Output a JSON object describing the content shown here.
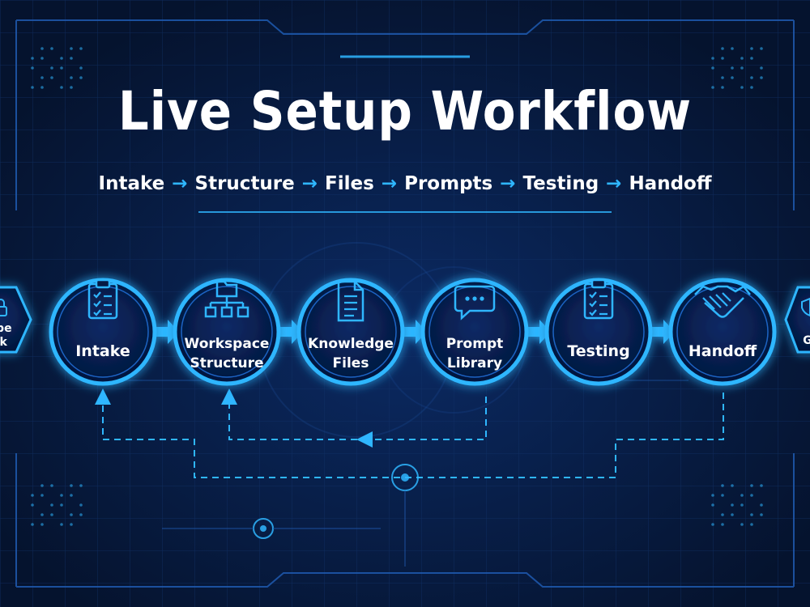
{
  "title": "Live Setup Workflow",
  "subtitle": {
    "steps": [
      "Intake",
      "Structure",
      "Files",
      "Prompts",
      "Testing",
      "Handoff"
    ],
    "separator": "→"
  },
  "left_edge_node": {
    "lines": [
      "ope",
      "ck"
    ],
    "icon": "lock-icon"
  },
  "right_edge_node": {
    "lines": [
      "G"
    ],
    "icon": "shield-icon"
  },
  "nodes": [
    {
      "id": "intake",
      "lines": [
        "Intake"
      ],
      "icon": "clipboard-checklist-icon"
    },
    {
      "id": "workspace-structure",
      "lines": [
        "Workspace",
        "Structure"
      ],
      "icon": "folder-hierarchy-icon"
    },
    {
      "id": "knowledge-files",
      "lines": [
        "Knowledge",
        "Files"
      ],
      "icon": "document-icon"
    },
    {
      "id": "prompt-library",
      "lines": [
        "Prompt",
        "Library"
      ],
      "icon": "chat-bubble-icon"
    },
    {
      "id": "testing",
      "lines": [
        "Testing"
      ],
      "icon": "clipboard-checklist-icon"
    },
    {
      "id": "handoff",
      "lines": [
        "Handoff"
      ],
      "icon": "handshake-icon"
    }
  ],
  "colors": {
    "background": "#071a3d",
    "accent": "#2fb6ff",
    "node_fill": "#061a44",
    "text": "#ffffff"
  }
}
